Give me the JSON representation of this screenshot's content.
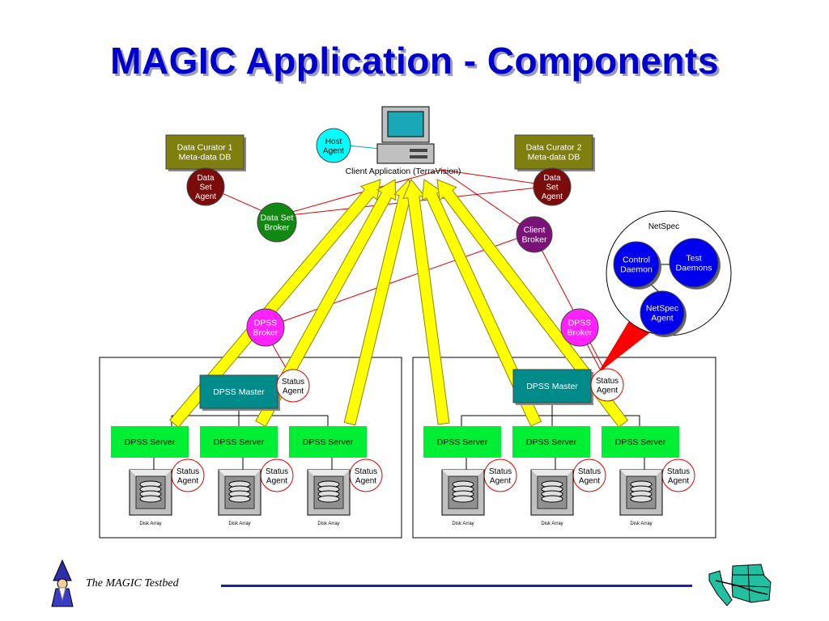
{
  "slide": {
    "title": "MAGIC Application - Components",
    "footer": "The MAGIC Testbed"
  },
  "client": {
    "label": "Client Application (TerraVision)",
    "host_agent": [
      "Host",
      "Agent"
    ]
  },
  "curators": [
    {
      "lines": [
        "Data Curator 1",
        "Meta-data DB"
      ]
    },
    {
      "lines": [
        "Data Curator 2",
        "Meta-data DB"
      ]
    }
  ],
  "data_set_agent": [
    "Data",
    "Set",
    "Agent"
  ],
  "data_set_broker": [
    "Data Set",
    "Broker"
  ],
  "client_broker": [
    "Client",
    "Broker"
  ],
  "dpss_broker": [
    "DPSS",
    "Broker"
  ],
  "dpss_master": "DPSS Master",
  "dpss_server": "DPSS Server",
  "status_agent": [
    "Status",
    "Agent"
  ],
  "disk_array": "Disk Array",
  "netspec": {
    "title": "NetSpec",
    "control_daemon": [
      "Control",
      "Daemon"
    ],
    "test_daemons": [
      "Test",
      "Daemons"
    ],
    "netspec_agent": [
      "NetSpec",
      "Agent"
    ]
  },
  "colors": {
    "title": "#0000cc",
    "curator": "#7f7f10",
    "data_set_agent": "#7a0c0c",
    "data_set_broker": "#118811",
    "client_broker": "#7a1278",
    "dpss_broker": "#ff22ff",
    "dpss_master": "#008b8b",
    "dpss_server": "#00ee33",
    "netspec_node": "#0000ee",
    "netspec_callout": "#ff0000",
    "flow_arrow": "#ffff00",
    "link_line": "#dd0000",
    "footer_rule": "#1f1fa8"
  },
  "icons": {
    "computer": "desktop-computer-icon",
    "disk": "disk-array-icon",
    "logo": "wizard-logo-icon",
    "map": "us-state-map-icon"
  }
}
